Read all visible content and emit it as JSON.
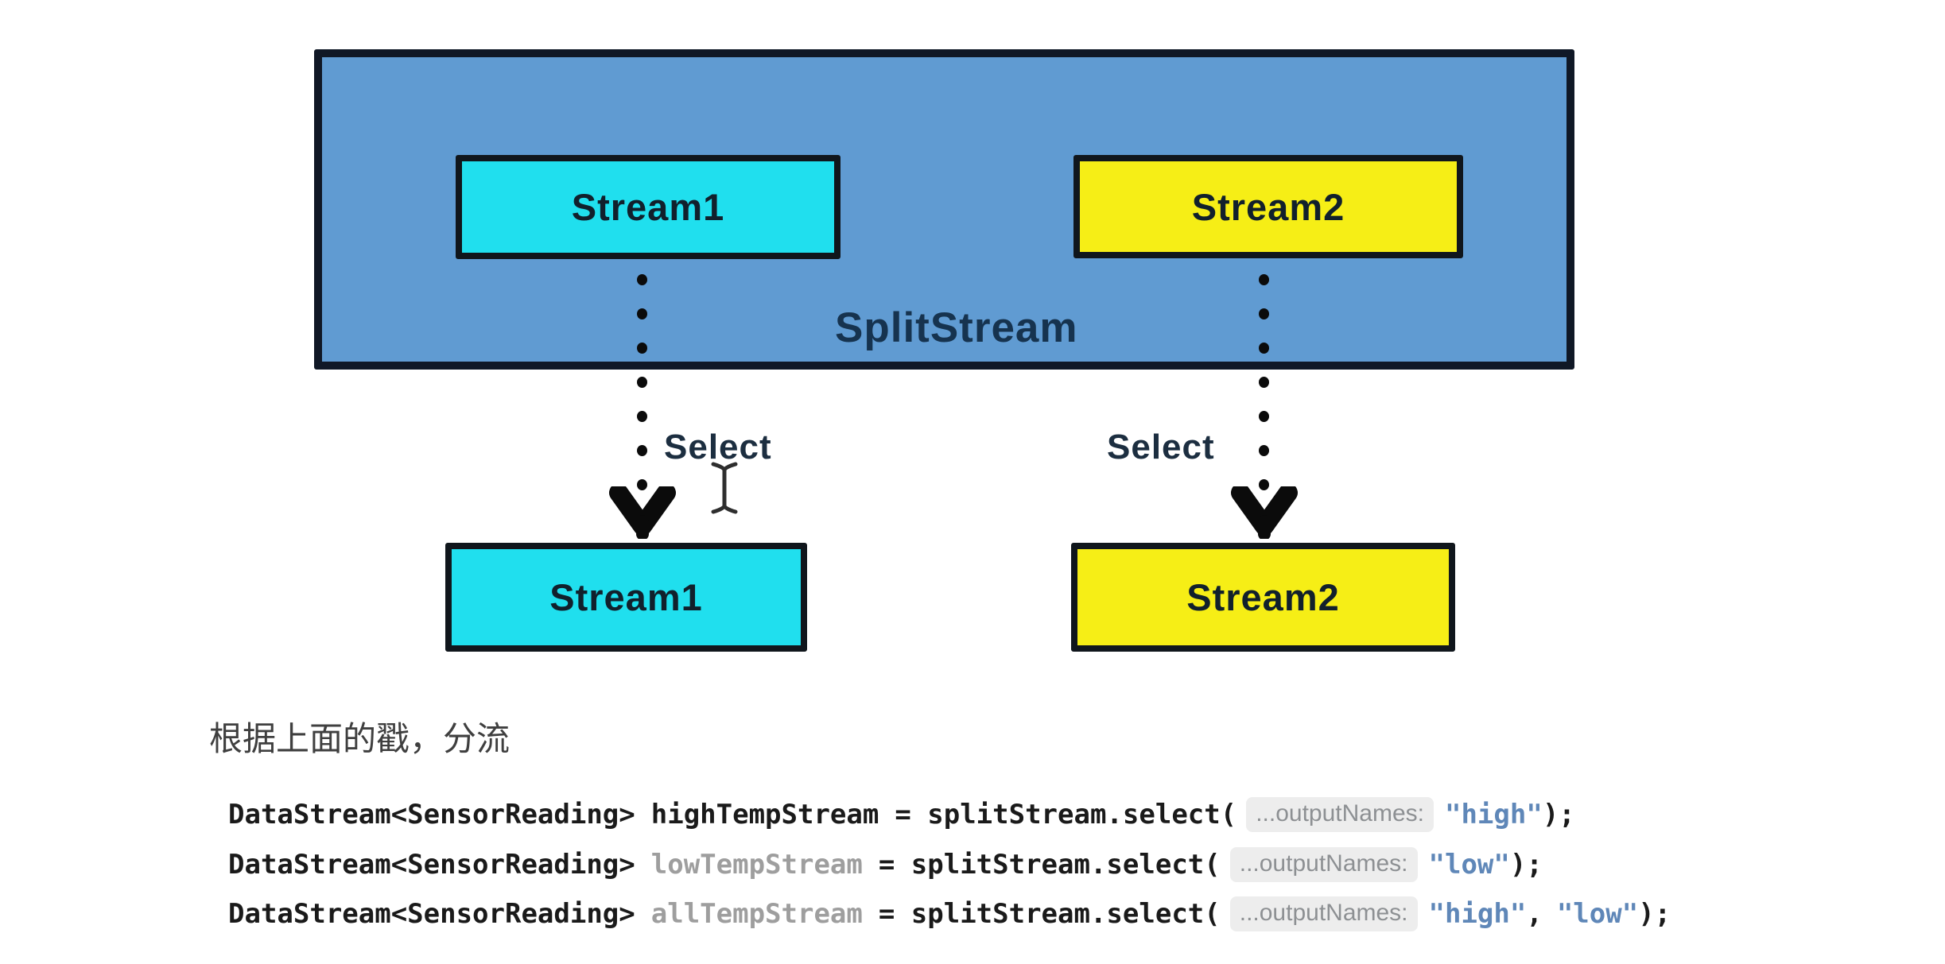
{
  "diagram": {
    "container_label": "SplitStream",
    "select_label": "Select",
    "top_stream1": "Stream1",
    "top_stream2": "Stream2",
    "bottom_stream1": "Stream1",
    "bottom_stream2": "Stream2"
  },
  "caption": {
    "text": "根据上面的戳，分流"
  },
  "code": {
    "line1": {
      "decl": "DataStream<SensorReading>",
      "var": "highTempStream",
      "assign": "= splitStream.select(",
      "hint": "...outputNames:",
      "arg1": "\"high\"",
      "close": ");"
    },
    "line2": {
      "decl": "DataStream<SensorReading>",
      "var": "lowTempStream",
      "assign": "= splitStream.select(",
      "hint": "...outputNames:",
      "arg1": "\"low\"",
      "close": ");"
    },
    "line3": {
      "decl": "DataStream<SensorReading>",
      "var": "allTempStream",
      "assign": "= splitStream.select(",
      "hint": "...outputNames:",
      "arg1": "\"high\"",
      "comma": ",",
      "arg2": "\"low\"",
      "close": ");"
    }
  },
  "icons": {
    "arrow_down": "hand-drawn thick V arrowhead",
    "text_cursor": "I-beam mouse cursor",
    "dotted_line": "vertical dotted connector"
  },
  "colors": {
    "container_fill": "#609bd2",
    "container_border": "#101826",
    "node_border": "#10161c",
    "cyan_fill": "#20dfee",
    "yellow_fill": "#f6ee16",
    "label_ink": "#11202c",
    "splitstream_ink": "#16334f",
    "select_ink": "#1c2e40",
    "code_ink": "#1a1a1a",
    "code_muted": "#9e9e9e",
    "code_string": "#5f87b8",
    "hint_text": "#8d9093",
    "hint_bg": "#ededed",
    "caption_ink": "#3f3f3f",
    "arrow_ink": "#0b0b0b"
  }
}
